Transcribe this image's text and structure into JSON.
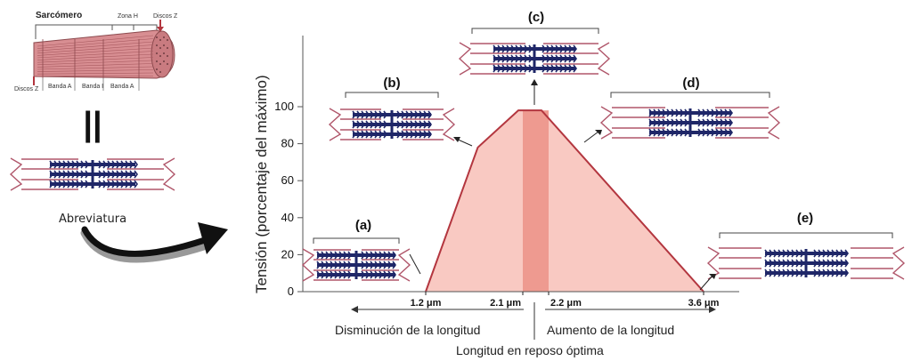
{
  "colors": {
    "curve": "#b3363f",
    "fill": "#f9c9c2",
    "plateau": "#ee9a90",
    "filament_dark": "#1f2768",
    "filament_thin": "#b0566a",
    "muscle": "#d88e92",
    "axis": "#555555"
  },
  "left_panel": {
    "sarcomere_title": "Sarcómero",
    "zona_h": "Zona H",
    "discos_z_top": "Discos Z",
    "discos_z_left": "Discos Z",
    "band_labels": [
      "Banda A",
      "Banda I",
      "Banda A"
    ],
    "equals_symbol": "||",
    "abbreviation": "Abreviatura"
  },
  "chart_data": {
    "type": "area",
    "ylabel": "Tensión (porcentaje del máximo)",
    "xlabel": "",
    "ylim": [
      0,
      100
    ],
    "yticks": [
      0,
      20,
      40,
      60,
      80,
      100
    ],
    "x_tick_labels": [
      "1.2 μm",
      "2.1 μm",
      "2.2 μm",
      "3.6 μm"
    ],
    "points": [
      {
        "x": 1.2,
        "y": 0
      },
      {
        "x": 1.65,
        "y": 78
      },
      {
        "x": 2.0,
        "y": 98
      },
      {
        "x": 2.1,
        "y": 98
      },
      {
        "x": 2.2,
        "y": 98
      },
      {
        "x": 3.6,
        "y": 0
      }
    ],
    "optimal_band": [
      2.1,
      2.2
    ],
    "annotations": {
      "decrease": "Disminución de la longitud",
      "increase": "Aumento de la longitud",
      "optimal": "Longitud en reposo óptima"
    }
  },
  "panels": [
    "(a)",
    "(b)",
    "(c)",
    "(d)",
    "(e)"
  ]
}
